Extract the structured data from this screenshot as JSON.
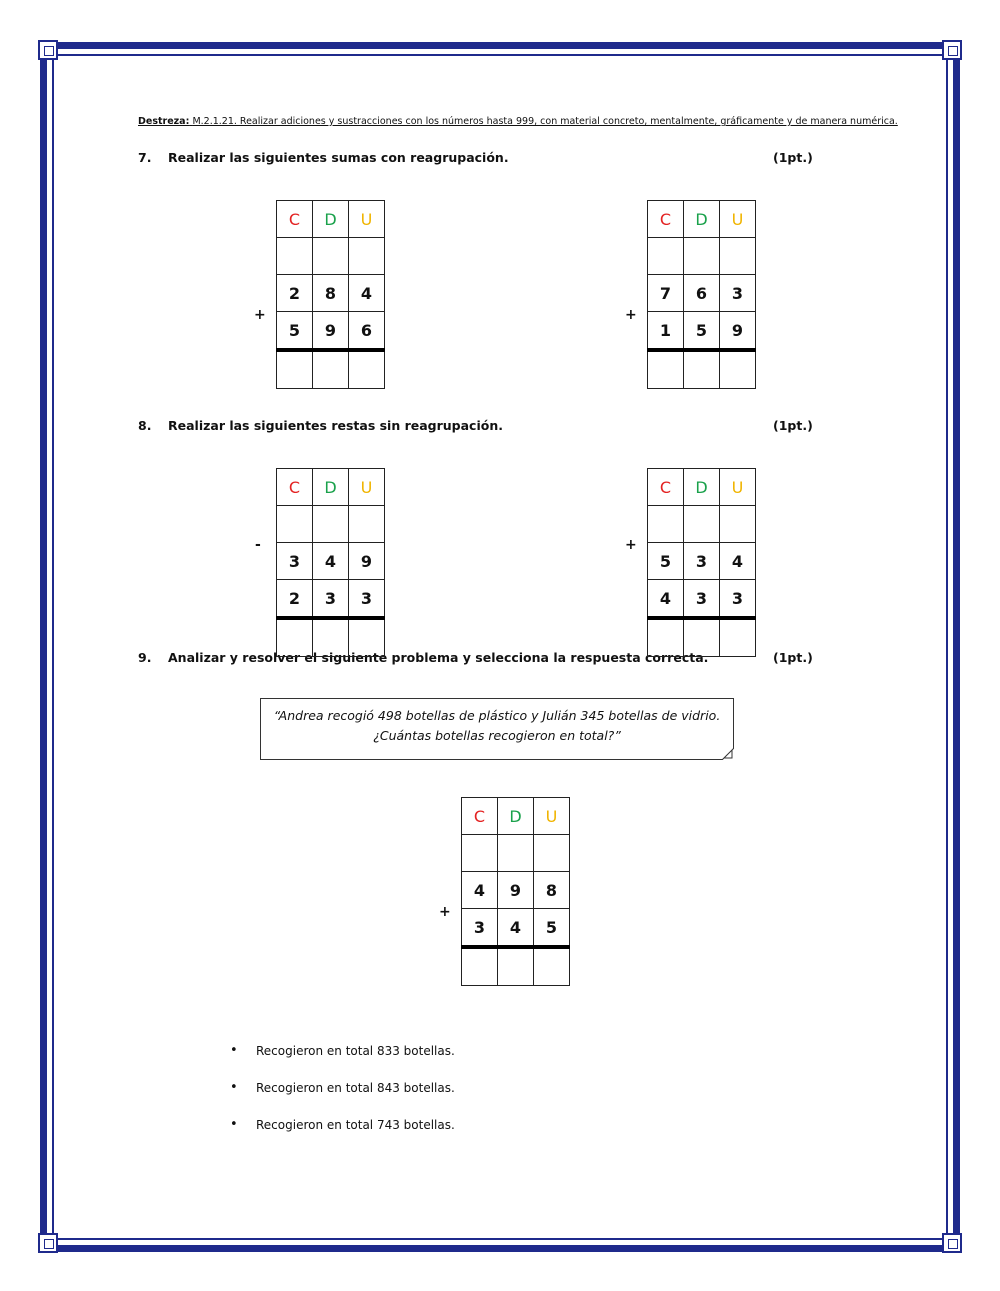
{
  "header": {
    "destreza_label": "Destreza:",
    "destreza_text": "M.2.1.21. Realizar adiciones y sustracciones con los números hasta 999, con material concreto, mentalmente, gráficamente y de manera numérica."
  },
  "questions": [
    {
      "number": "7.",
      "text": "Realizar las siguientes sumas con reagrupación.",
      "points": "(1pt.)"
    },
    {
      "number": "8.",
      "text": "Realizar las siguientes restas sin reagrupación.",
      "points": "(1pt.)"
    },
    {
      "number": "9.",
      "text": "Analizar y resolver el siguiente problema y selecciona la respuesta correcta.",
      "points": "(1pt.)"
    }
  ],
  "column_headers": {
    "c": "C",
    "d": "D",
    "u": "U"
  },
  "colors": {
    "frame": "#1f2a8c",
    "c": "#e32222",
    "d": "#1aa14b",
    "u": "#f0b400"
  },
  "tables": [
    {
      "operator": "+",
      "row1": [
        "2",
        "8",
        "4"
      ],
      "row2": [
        "5",
        "9",
        "6"
      ]
    },
    {
      "operator": "+",
      "row1": [
        "7",
        "6",
        "3"
      ],
      "row2": [
        "1",
        "5",
        "9"
      ]
    },
    {
      "operator": "-",
      "row1": [
        "3",
        "4",
        "9"
      ],
      "row2": [
        "2",
        "3",
        "3"
      ]
    },
    {
      "operator": "+",
      "row1": [
        "5",
        "3",
        "4"
      ],
      "row2": [
        "4",
        "3",
        "3"
      ]
    },
    {
      "operator": "+",
      "row1": [
        "4",
        "9",
        "8"
      ],
      "row2": [
        "3",
        "4",
        "5"
      ]
    }
  ],
  "problem": {
    "line1": "“Andrea recogió 498 botellas de plástico y Julián 345 botellas de vidrio.",
    "line2": "¿Cuántas botellas recogieron en total?”"
  },
  "answers": [
    "Recogieron en total 833 botellas.",
    "Recogieron en total 843 botellas.",
    "Recogieron en total 743 botellas."
  ]
}
